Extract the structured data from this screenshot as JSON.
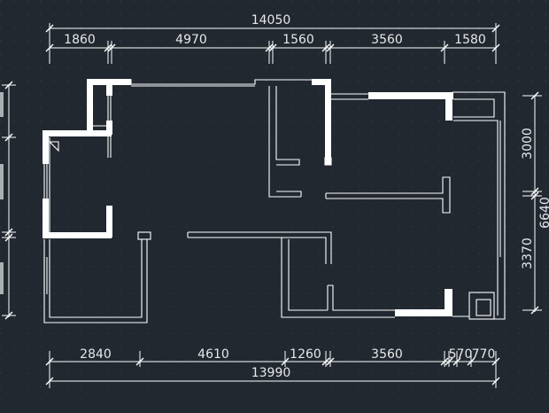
{
  "drawing": {
    "background": "#212830",
    "grid_color": "#2f3a45",
    "line_color": "#ffffff",
    "text_color": "#e8e8e8"
  },
  "dimensions": {
    "top_total": "14050",
    "top_segments": [
      "1860",
      "4970",
      "1560",
      "3560",
      "1580"
    ],
    "bottom_segments": [
      "2840",
      "4610",
      "1260",
      "3560",
      "570",
      "770"
    ],
    "bottom_total": "13990",
    "right_segments": [
      "3000",
      "3370"
    ],
    "right_partial": "6640"
  }
}
